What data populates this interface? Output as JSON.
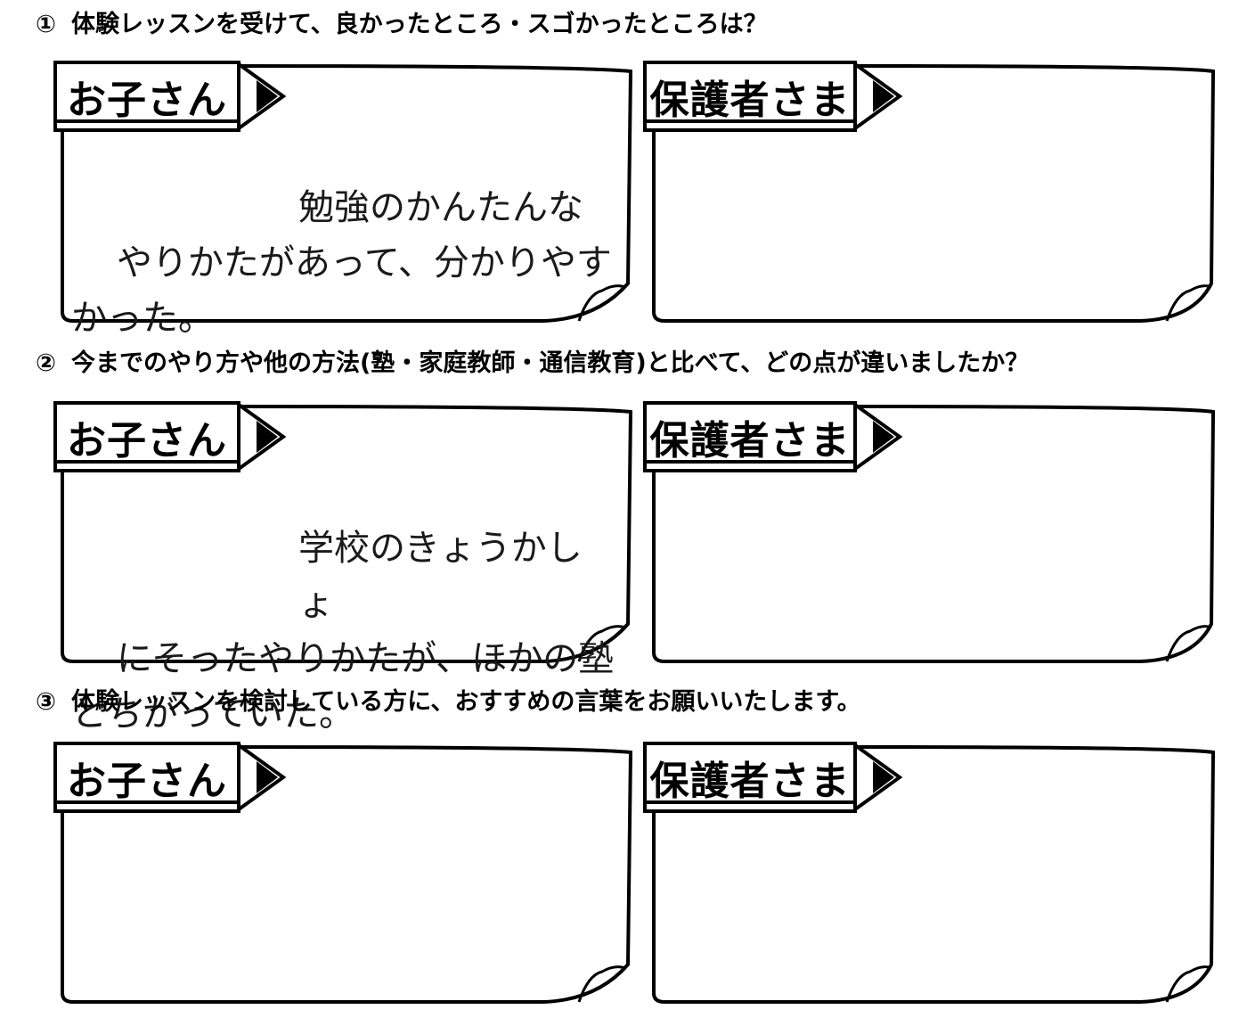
{
  "questions": [
    {
      "number": "①",
      "text": "体験レッスンを受けて、良かったところ・スゴかったところは？"
    },
    {
      "number": "②",
      "text": "今までのやり方や他の方法(塾・家庭教師・通信教育)と比べて、どの点が違いましたか？"
    },
    {
      "number": "③",
      "text": "体験レッスンを検討している方に、おすすめの言葉をお願いいたします。"
    }
  ],
  "labels": {
    "child": "お子さん",
    "parent": "保護者さま"
  },
  "answers": {
    "q1_child": {
      "line1": "勉強のかんたんな",
      "rest": "やりかたがあって、分かりやすかった。"
    },
    "q2_child": {
      "line1": "学校のきょうかしょ",
      "rest": "にそったやりかたが、ほかの塾とちがっていた。"
    }
  }
}
